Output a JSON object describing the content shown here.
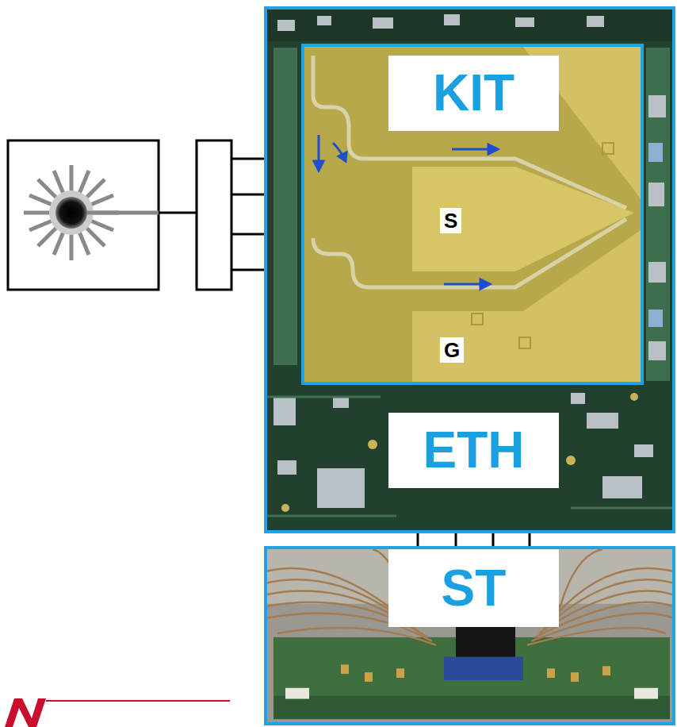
{
  "diagram": {
    "nodes": [
      {
        "text": [
          "ETH"
        ]
      },
      {
        "text": [
          "KIT"
        ],
        "in": 0
      },
      {
        "text": [
          "S"
        ],
        "in": 1
      },
      {
        "text": [
          "G"
        ],
        "in": 1
      },
      {
        "text": [
          "ST"
        ]
      }
    ],
    "edges": [
      {
        "from": 0,
        "to": 4,
        "arrow": "none"
      },
      {
        "from": 0,
        "to": 4,
        "arrow": "none"
      },
      {
        "from": 0,
        "to": 4,
        "arrow": "none"
      },
      {
        "from": 0,
        "to": 4,
        "arrow": "none"
      }
    ]
  }
}
